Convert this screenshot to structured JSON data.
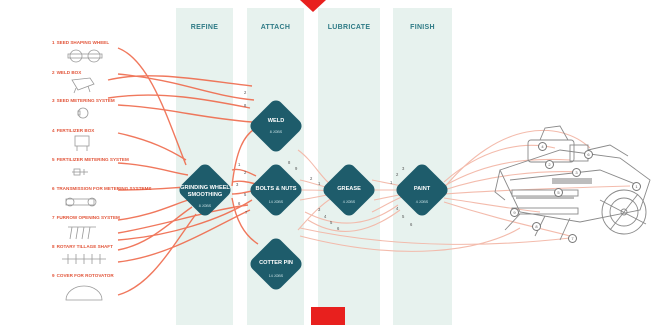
{
  "stages": [
    {
      "label": "REFINE"
    },
    {
      "label": "ATTACH"
    },
    {
      "label": "LUBRICATE"
    },
    {
      "label": "FINISH"
    }
  ],
  "parts": [
    {
      "num": "1",
      "label": "SEED SHAPING WHEEL",
      "icon": "wheel-icon"
    },
    {
      "num": "2",
      "label": "WELD BOX",
      "icon": "weld-box-icon"
    },
    {
      "num": "3",
      "label": "SEED METERING SYSTEM",
      "icon": "metering-icon"
    },
    {
      "num": "4",
      "label": "FERTILIZER BOX",
      "icon": "box-icon"
    },
    {
      "num": "5",
      "label": "FERTILIZER METERING SYSTEM",
      "icon": "metering-icon"
    },
    {
      "num": "6",
      "label": "TRANSMISSION FOR METERING SYSTEMS",
      "icon": "gear-icon"
    },
    {
      "num": "7",
      "label": "FURROW OPENING SYSTEM",
      "icon": "opener-icon"
    },
    {
      "num": "8",
      "label": "ROTARY TILLAGE SHAFT",
      "icon": "shaft-icon"
    },
    {
      "num": "9",
      "label": "COVER FOR ROTOVATOR",
      "icon": "cover-icon"
    }
  ],
  "processes": [
    {
      "id": "weld",
      "title": "WELD",
      "sub": "8 JOBS"
    },
    {
      "id": "grinding",
      "title": "GRINDING WHEEL SMOOTHING",
      "sub": "8 JOBS"
    },
    {
      "id": "bolts",
      "title": "BOLTS & NUTS",
      "sub": "14 JOBS"
    },
    {
      "id": "grease",
      "title": "GREASE",
      "sub": "4 JOBS"
    },
    {
      "id": "paint",
      "title": "PAINT",
      "sub": "4 JOBS"
    },
    {
      "id": "cotter",
      "title": "COTTER PIN",
      "sub": "14 JOBS"
    }
  ],
  "flow_numbers": {
    "weld_in": [
      "2",
      "8"
    ],
    "bolts_in": [
      "1",
      "2",
      "3",
      "5",
      "6",
      "7",
      "8",
      "9"
    ],
    "grease_in": [
      "1",
      "2",
      "3",
      "4",
      "5",
      "6"
    ],
    "paint_in": [
      "1",
      "2",
      "3",
      "4",
      "5",
      "6"
    ],
    "machine": [
      "1",
      "2",
      "3",
      "4",
      "5",
      "6",
      "7",
      "8",
      "9"
    ]
  },
  "colors": {
    "flow": "#ef6a4c",
    "flow_light": "#f3b8a8",
    "node": "#1e5c6b",
    "column": "#e7f2ee",
    "header": "#2f7b86",
    "part_label": "#e2563b",
    "marker": "#e8201e"
  }
}
